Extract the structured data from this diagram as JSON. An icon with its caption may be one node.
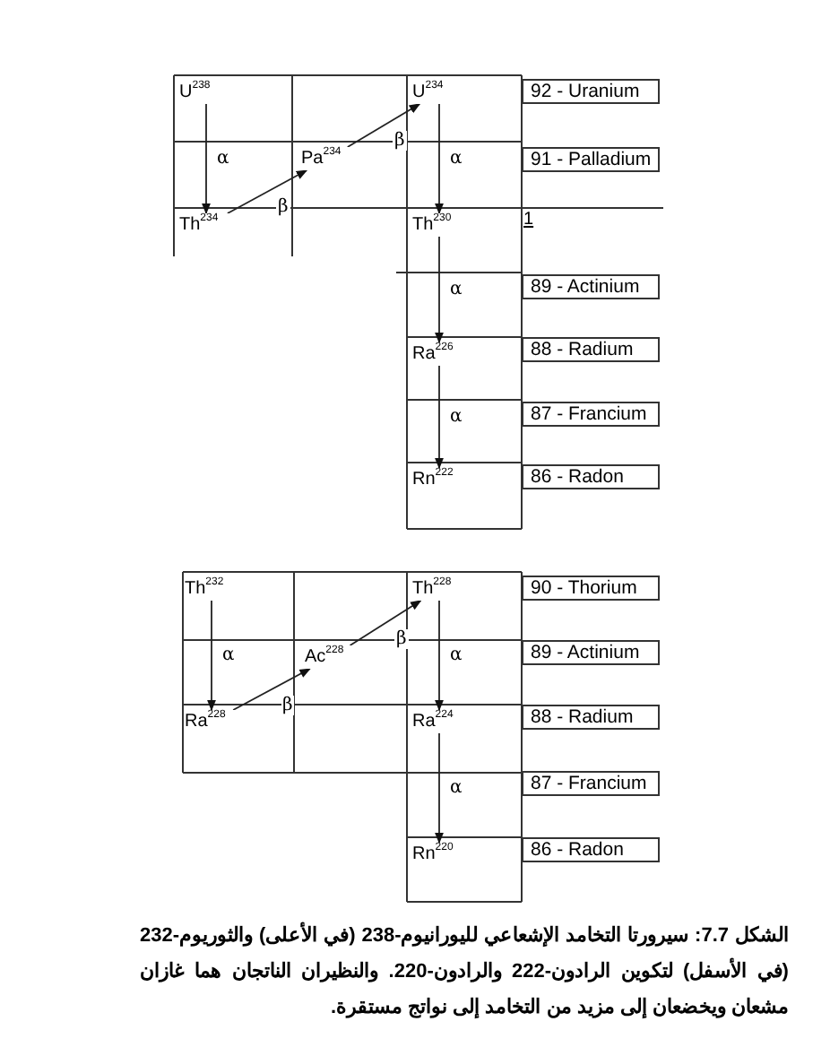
{
  "diagram": {
    "caption": "الشكل 7.7: سيرورتا التخامد الإشعاعي لليورانيوم-238 (في الأعلى) والثوريوم-232 (في الأسفل) لتكوين الرادون-222 والرادون-220. والنظيران الناتجان هما غازان مشعان ويخضعان إلى مزيد من التخامد إلى نواتج مستقرة.",
    "nodes": [
      {
        "text": [
          "U$^{238}$"
        ]
      },
      {
        "text": [
          "U$^{234}$"
        ]
      },
      {
        "text": [
          "92 - Uranium"
        ]
      },
      {
        "text": [
          "Pa$^{234}$"
        ]
      },
      {
        "text": [
          "91 - Palladium"
        ]
      },
      {
        "text": [
          "Th$^{234}$"
        ]
      },
      {
        "text": [
          "Th$^{230}$"
        ]
      },
      {
        "text": [
          "89 - Actinium"
        ]
      },
      {
        "text": [
          "Ra$^{226}$"
        ]
      },
      {
        "text": [
          "88 - Radium"
        ]
      },
      {
        "text": [
          "87 - Francium"
        ]
      },
      {
        "text": [
          "Rn$^{222}$"
        ]
      },
      {
        "text": [
          "86 - Radon"
        ]
      },
      {
        "text": [
          "Th$^{232}$"
        ]
      },
      {
        "text": [
          "Th$^{228}$"
        ]
      },
      {
        "text": [
          "90 - Thorium"
        ]
      },
      {
        "text": [
          "Ac$^{228}$"
        ]
      },
      {
        "text": [
          "89 - Actinium"
        ]
      },
      {
        "text": [
          "Ra$^{228}$"
        ]
      },
      {
        "text": [
          "Ra$^{224}$"
        ]
      },
      {
        "text": [
          "88 - Radium"
        ]
      },
      {
        "text": [
          "87 - Francium"
        ]
      },
      {
        "text": [
          "Rn$^{220}$"
        ]
      },
      {
        "text": [
          "86 - Radon"
        ]
      }
    ],
    "edges": [
      {
        "from": 0,
        "to": 5,
        "arrow": "to",
        "label": "α"
      },
      {
        "from": 5,
        "to": 3,
        "arrow": "to",
        "label": "β"
      },
      {
        "from": 3,
        "to": 1,
        "arrow": "to",
        "label": "β"
      },
      {
        "from": 1,
        "to": 6,
        "arrow": "to",
        "label": "α"
      },
      {
        "from": 6,
        "to": 8,
        "arrow": "to",
        "label": "α"
      },
      {
        "from": 8,
        "to": 11,
        "arrow": "to",
        "label": "α"
      },
      {
        "from": 13,
        "to": 18,
        "arrow": "to",
        "label": "α"
      },
      {
        "from": 18,
        "to": 16,
        "arrow": "to",
        "label": "β"
      },
      {
        "from": 16,
        "to": 14,
        "arrow": "to",
        "label": "β"
      },
      {
        "from": 14,
        "to": 19,
        "arrow": "to",
        "label": "α"
      },
      {
        "from": 19,
        "to": 22,
        "arrow": "to",
        "label": "α"
      }
    ],
    "labels": [
      "1"
    ]
  }
}
